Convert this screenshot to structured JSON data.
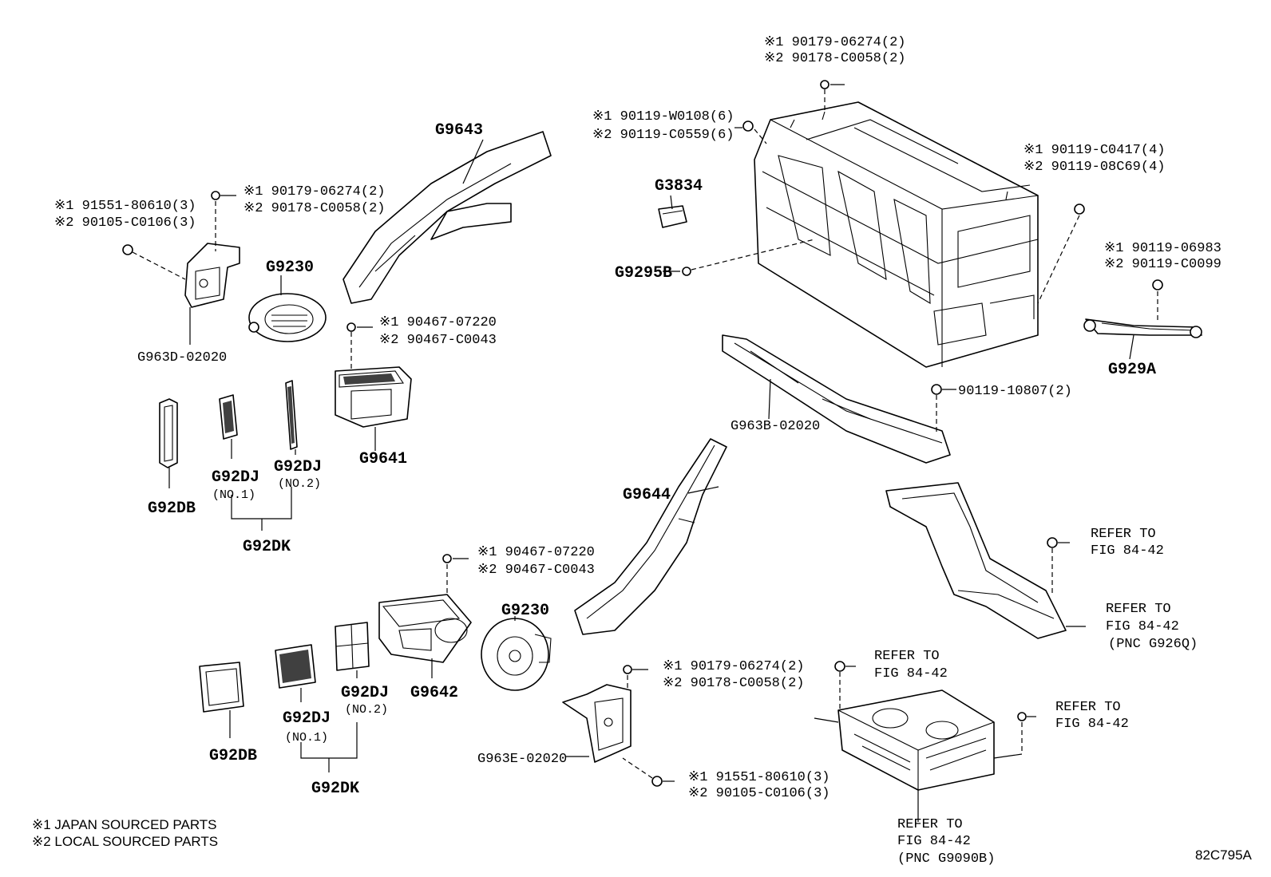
{
  "figure_id": "82C795A",
  "legend": {
    "japan": "※1 JAPAN SOURCED PARTS",
    "local": "※2 LOCAL SOURCED PARTS"
  },
  "labels": {
    "nut_top_1": "※1 90179-06274(2)",
    "nut_top_2": "※2 90178-C0058(2)",
    "bolt_top_1": "※1 90119-W0108(6)",
    "bolt_top_2": "※2 90119-C0559(6)",
    "bolt_right_1": "※1 90119-C0417(4)",
    "bolt_right_2": "※2 90119-08C69(4)",
    "bolt_929a_1": "※1 90119-06983",
    "bolt_929a_2": "※2 90119-C0099",
    "bolt_963b": "90119-10807(2)",
    "bolt_left_1": "※1 91551-80610(3)",
    "bolt_left_2": "※2 90105-C0106(3)",
    "nut_left_1": "※1 90179-06274(2)",
    "nut_left_2": "※2 90178-C0058(2)",
    "clip_upper_1": "※1 90467-07220",
    "clip_upper_2": "※2 90467-C0043",
    "clip_lower_1": "※1 90467-07220",
    "clip_lower_2": "※2 90467-C0043",
    "nut_963e_1": "※1 90179-06274(2)",
    "nut_963e_2": "※2 90178-C0058(2)",
    "bolt_963e_1": "※1 91551-80610(3)",
    "bolt_963e_2": "※2 90105-C0106(3)",
    "g9643": "G9643",
    "g3834": "G3834",
    "g9295b": "G9295B",
    "g929a": "G929A",
    "g963b": "G963B-02020",
    "g963d": "G963D-02020",
    "g9230_upper": "G9230",
    "g9641": "G9641",
    "g92db_upper": "G92DB",
    "g92dj_upper_no1": "G92DJ",
    "no1_upper": "(NO.1)",
    "g92dj_upper_no2": "G92DJ",
    "no2_upper": "(NO.2)",
    "g92dk_upper": "G92DK",
    "g9644": "G9644",
    "g9642": "G9642",
    "g9230_lower": "G9230",
    "g92db_lower": "G92DB",
    "g92dj_lower_no1": "G92DJ",
    "no1_lower": "(NO.1)",
    "g92dj_lower_no2": "G92DJ",
    "no2_lower": "(NO.2)",
    "g92dk_lower": "G92DK",
    "g963e": "G963E-02020",
    "refer_duct_1": "REFER TO",
    "refer_duct_2": "FIG 84-42",
    "refer_g926q_1": "REFER TO",
    "refer_g926q_2": "FIG 84-42",
    "refer_g926q_3": "(PNC G926Q)",
    "refer_bolt_1": "REFER TO",
    "refer_bolt_2": "FIG 84-42",
    "refer_nut_1": "REFER TO",
    "refer_nut_2": "FIG 84-42",
    "refer_g9090b_1": "REFER TO",
    "refer_g9090b_2": "FIG 84-42",
    "refer_g9090b_3": "(PNC G9090B)"
  }
}
